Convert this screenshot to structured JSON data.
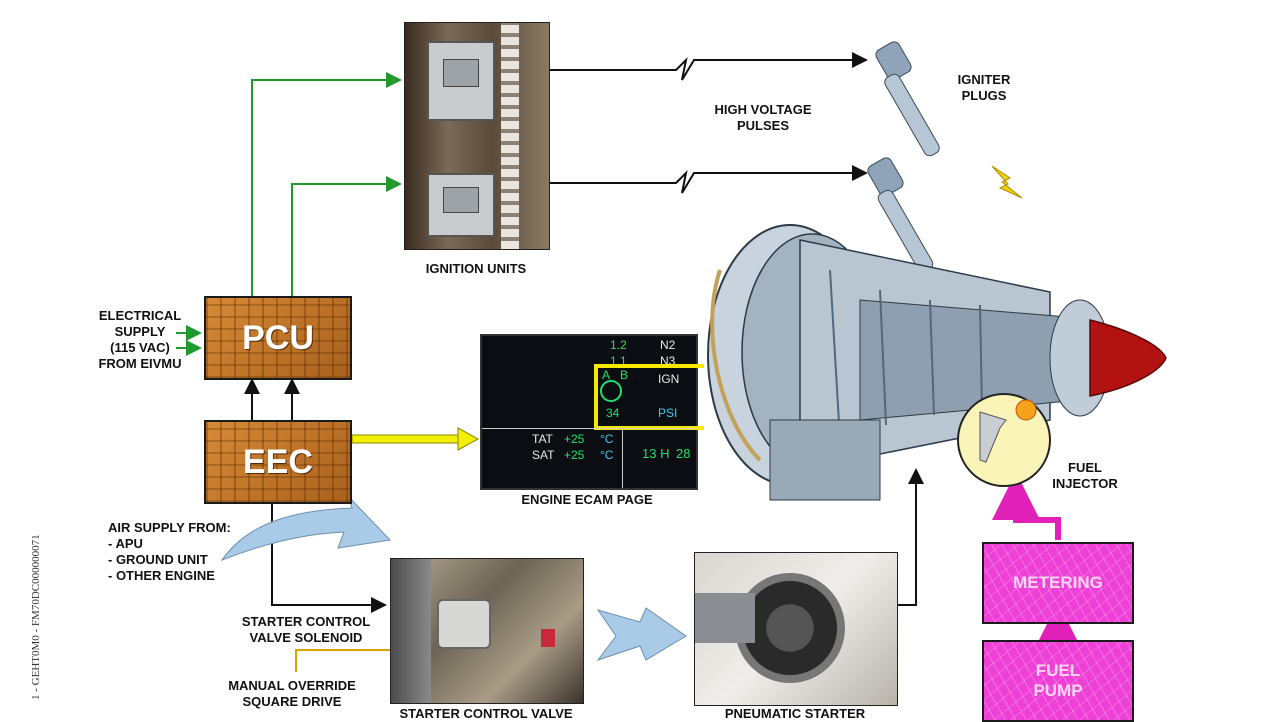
{
  "labels": {
    "igniter_plugs": "IGNITER\nPLUGS",
    "high_voltage": "HIGH VOLTAGE\nPULSES",
    "ignition_units": "IGNITION UNITS",
    "electrical_supply": "ELECTRICAL\nSUPPLY\n(115 VAC)\nFROM EIVMU",
    "engine_ecam_page": "ENGINE ECAM PAGE",
    "air_supply": "AIR SUPPLY FROM:\n- APU\n - GROUND UNIT\n- OTHER ENGINE",
    "starter_control_valve_solenoid": "STARTER CONTROL\nVALVE SOLENOID",
    "manual_override": "MANUAL OVERRIDE\nSQUARE DRIVE",
    "starter_control_valve": "STARTER CONTROL VALVE",
    "pneumatic_starter": "PNEUMATIC STARTER",
    "fuel_injector": "FUEL\nINJECTOR",
    "side_code": "1 - GEHT0M0 - FM70DC000000071"
  },
  "boxes": {
    "pcu": "PCU",
    "eec": "EEC",
    "metering": "METERING",
    "fuel_pump": "FUEL\nPUMP"
  },
  "ecam": {
    "n2_val": "1.2",
    "n2_label": "N2",
    "n3_val": "1.1",
    "n3_label": "N3",
    "ign_a": "A",
    "ign_b": "B",
    "ign_label": "IGN",
    "psi_value": "34",
    "psi_label": "PSI",
    "tat_label": "TAT",
    "tat_value": "+25",
    "tat_unit": "°C",
    "sat_label": "SAT",
    "sat_value": "+25",
    "sat_unit": "°C",
    "time_h": "13 H",
    "time_m": "28"
  },
  "colors": {
    "green_line": "#1f9a2e",
    "yellow_arrow": "#f2f000",
    "magenta_line": "#e020b8",
    "air_arrow": "#a9cbe8"
  }
}
